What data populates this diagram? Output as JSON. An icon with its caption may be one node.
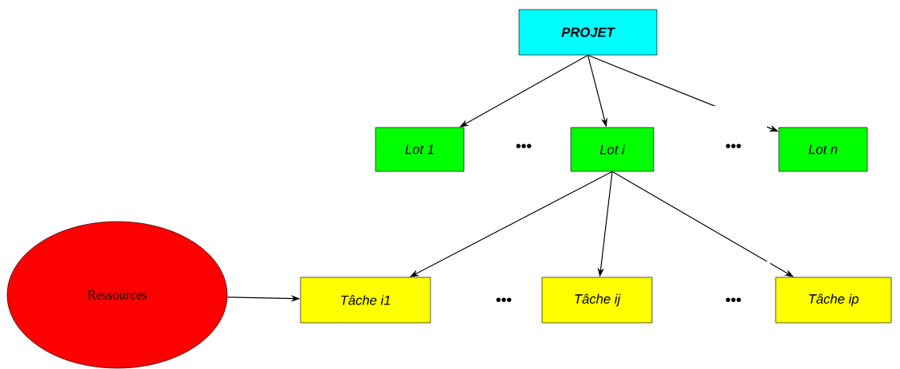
{
  "diagram": {
    "nodes": [
      {
        "text": [
          "PROJET"
        ]
      },
      {
        "text": [
          "Lot 1"
        ]
      },
      {
        "text": [
          "Lot i"
        ]
      },
      {
        "text": [
          "Lot n"
        ]
      },
      {
        "text": [
          "Ressources"
        ]
      },
      {
        "text": [
          "Tâche i1"
        ]
      },
      {
        "text": [
          "Tâche ij"
        ]
      },
      {
        "text": [
          "Tâche ip"
        ]
      }
    ],
    "edges": [
      {
        "from": 0,
        "to": 1,
        "arrow": "to"
      },
      {
        "from": 0,
        "to": 2,
        "arrow": "to"
      },
      {
        "from": 0,
        "to": 3,
        "arrow": "to"
      },
      {
        "from": 2,
        "to": 5,
        "arrow": "to"
      },
      {
        "from": 2,
        "to": 6,
        "arrow": "to"
      },
      {
        "from": 2,
        "to": 7,
        "arrow": "to"
      },
      {
        "from": 4,
        "to": 5,
        "arrow": "to"
      }
    ],
    "labels": [
      "•••",
      "•••",
      "•••",
      "•••"
    ]
  }
}
